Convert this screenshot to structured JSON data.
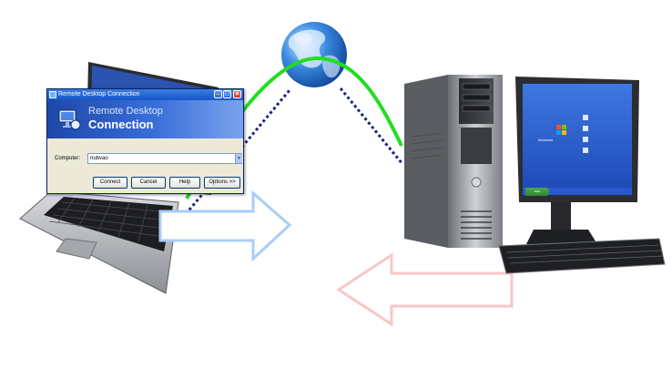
{
  "dialog": {
    "title": "Remote Desktop Connection",
    "banner_line1": "Remote Desktop",
    "banner_line2": "Connection",
    "computer_label": "Computer:",
    "computer_value": "nubvao",
    "buttons": {
      "connect": "Connect",
      "cancel": "Cancel",
      "help": "Help",
      "options": "Options >>"
    }
  },
  "desktop_screen": {
    "os_label": "Windows",
    "start_label": "start"
  },
  "colors": {
    "connection_line": "#22dd22",
    "dotted_link": "#1a237e",
    "outgoing_arrow": "#a9cdf7",
    "incoming_arrow": "#f8c6c6",
    "xp_blue": "#2c62d6"
  }
}
